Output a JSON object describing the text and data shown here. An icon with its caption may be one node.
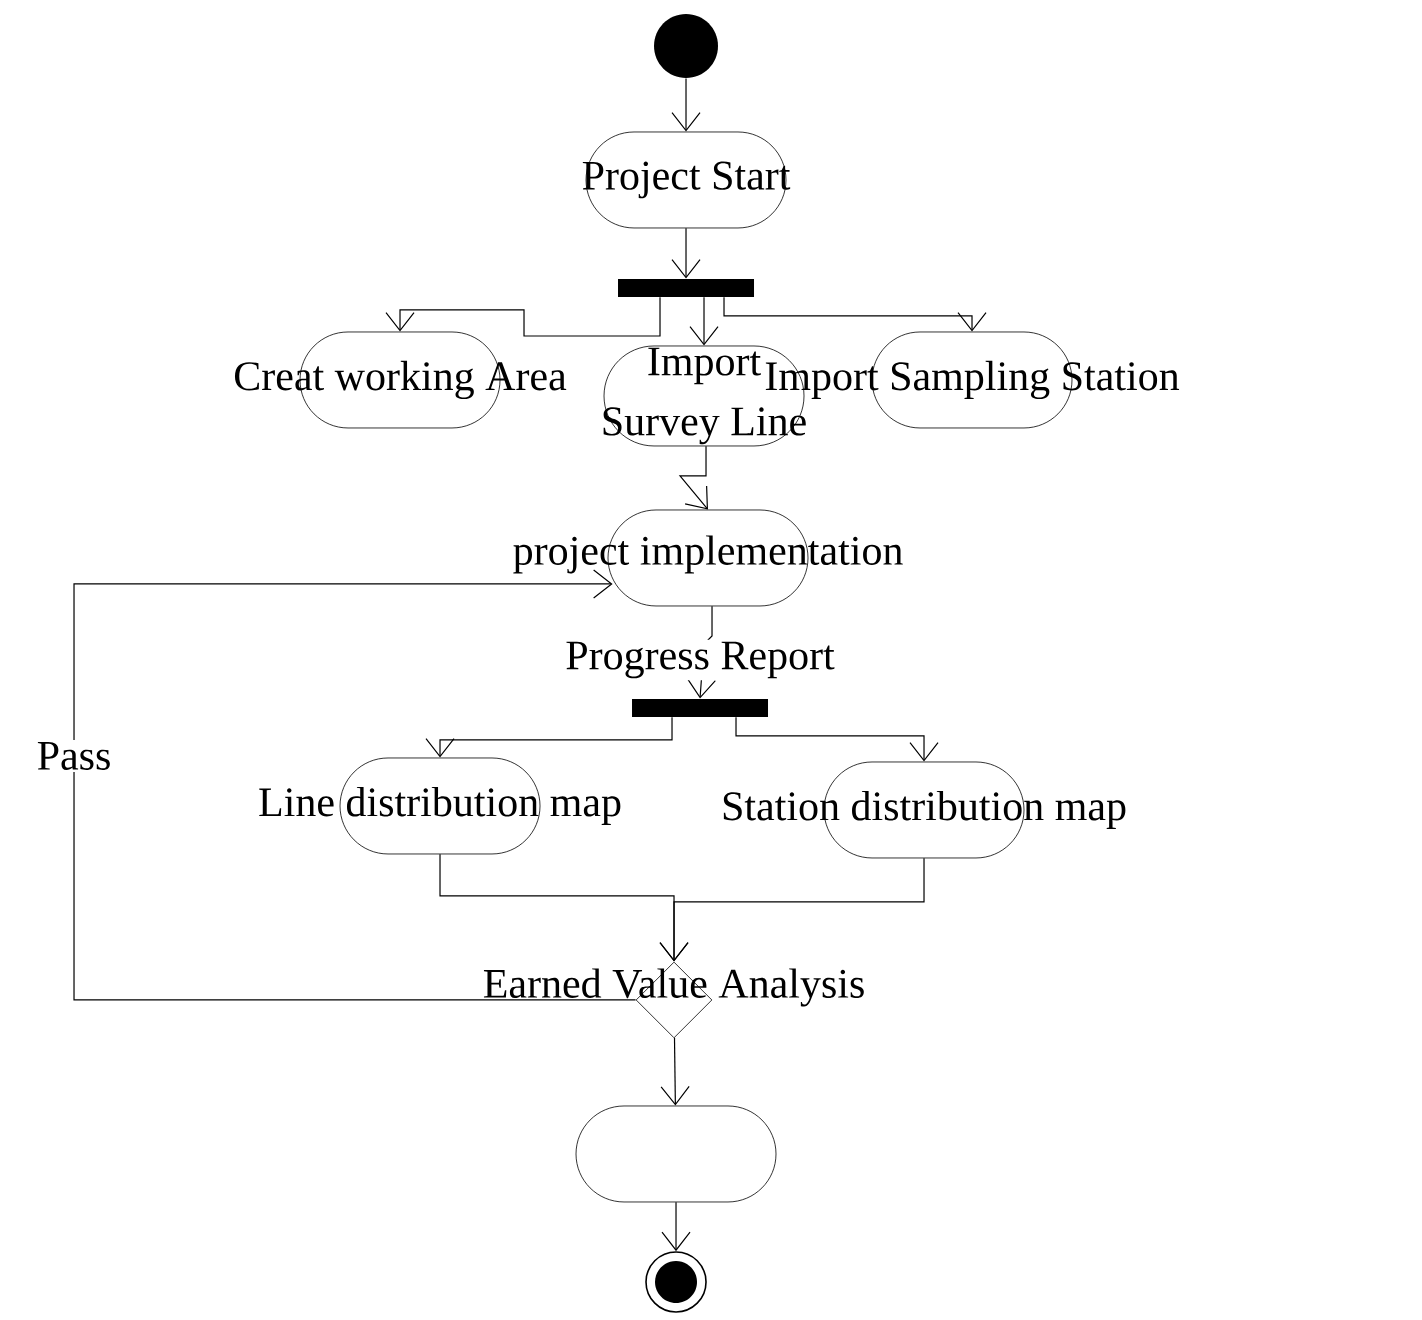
{
  "diagram": {
    "nodes": [
      {
        "text": [],
        "shape": "circle"
      },
      {
        "text": [
          "Project Start"
        ]
      },
      {
        "text": [],
        "shape": "bar"
      },
      {
        "text": [
          "Creat working Area"
        ]
      },
      {
        "text": [
          "Import Survey Line"
        ]
      },
      {
        "text": [
          "Import Sampling Station"
        ]
      },
      {
        "text": [
          "project implementation"
        ]
      },
      {
        "text": [],
        "shape": "bar"
      },
      {
        "text": [
          "Line distribution map"
        ]
      },
      {
        "text": [
          "Station distribution map"
        ]
      },
      {
        "text": [
          "Earned Value Analysis"
        ]
      },
      {
        "text": [],
        "shape": "box"
      },
      {
        "text": [],
        "shape": "circle"
      }
    ],
    "edges": [
      {
        "from": 0,
        "to": 1,
        "arrow": "to"
      },
      {
        "from": 1,
        "to": 2,
        "arrow": "to"
      },
      {
        "from": 2,
        "to": 3,
        "arrow": "to"
      },
      {
        "from": 2,
        "to": 4,
        "arrow": "to"
      },
      {
        "from": 2,
        "to": 5,
        "arrow": "to"
      },
      {
        "from": 4,
        "to": 6,
        "arrow": "to"
      },
      {
        "from": 6,
        "to": 7,
        "arrow": "to",
        "label": "Progress Report"
      },
      {
        "from": 7,
        "to": 8,
        "arrow": "to"
      },
      {
        "from": 7,
        "to": 9,
        "arrow": "to"
      },
      {
        "from": 8,
        "to": 10,
        "arrow": "to"
      },
      {
        "from": 9,
        "to": 10,
        "arrow": "to"
      },
      {
        "from": 10,
        "to": 6,
        "arrow": "to",
        "label": "Pass"
      },
      {
        "from": 10,
        "to": 11,
        "arrow": "to"
      },
      {
        "from": 11,
        "to": 12,
        "arrow": "to"
      }
    ]
  }
}
